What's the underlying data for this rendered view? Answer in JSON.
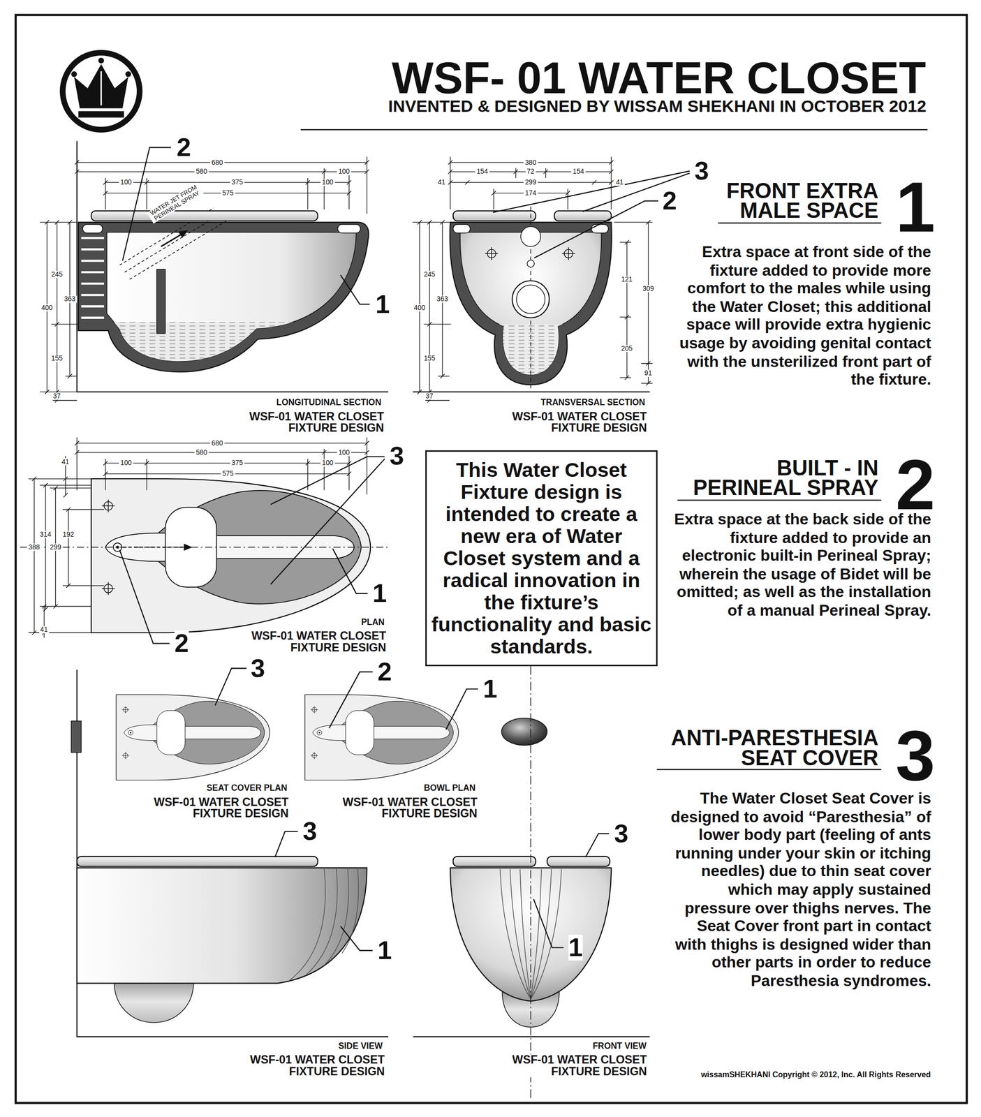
{
  "diagram": {
    "title": "WSF- 01 WATER CLOSET",
    "nodes": [
      {
        "text": [
          "This Water Closet Fixture design is intended to create a new era of Water Closet system and a radical innovation in the fixture’s functionality and basic standards."
        ]
      }
    ],
    "labels": [
      "INVENTED & DESIGNED BY WISSAM SHEKHANI IN OCTOBER 2012",
      "2",
      "680",
      "580",
      "100",
      "100",
      "375",
      "100",
      "575",
      "WATER JET FROM PERINEAL SPRAY",
      "245",
      "363",
      "400",
      "155",
      "37",
      "1",
      "LONGITUDINAL SECTION",
      "WSF-01 WATER CLOSET FIXTURE DESIGN",
      "380",
      "154",
      "72",
      "154",
      "41",
      "299",
      "41",
      "174",
      "3",
      "2",
      "245",
      "363",
      "400",
      "155",
      "37",
      "121",
      "309",
      "205",
      "91",
      "TRANSVERSAL SECTION",
      "WSF-01 WATER CLOSET FIXTURE DESIGN",
      "1",
      "FRONT EXTRA MALE SPACE",
      "Extra space at front side of the fixture added to provide more comfort to the males while using the Water Closet; this additional space will provide extra hygienic usage by avoiding genital contact with the unsterilized front part of the fixture.",
      "680",
      "580",
      "100",
      "100",
      "375",
      "100",
      "575",
      "41",
      "314",
      "192",
      "388",
      "299",
      "41",
      "3",
      "1",
      "2",
      "PLAN",
      "WSF-01 WATER CLOSET FIXTURE DESIGN",
      "2",
      "BUILT - IN PERINEAL SPRAY",
      "Extra space at the back side of the fixture added to provide an electronic built-in Perineal Spray; wherein the usage of Bidet will be omitted; as well as the installation of a manual Perineal Spray.",
      "3",
      "SEAT COVER PLAN",
      "WSF-01 WATER CLOSET FIXTURE DESIGN",
      "2",
      "1",
      "BOWL PLAN",
      "WSF-01 WATER CLOSET FIXTURE DESIGN",
      "3",
      "ANTI-PARESTHESIA SEAT COVER",
      "The Water Closet Seat Cover is designed to avoid “Paresthesia” of lower body part (feeling of ants running under your skin or itching needles) due to thin seat cover which may apply sustained pressure over thighs nerves. The Seat Cover front part in contact with thighs is designed wider than other parts in order to reduce Paresthesia syndromes.",
      "3",
      "1",
      "SIDE VIEW",
      "WSF-01 WATER CLOSET FIXTURE DESIGN",
      "3",
      "1",
      "FRONT VIEW",
      "WSF-01 WATER CLOSET FIXTURE DESIGN",
      "wissamSHEKHANI Copyright © 2012, Inc. All Rights Reserved"
    ]
  }
}
